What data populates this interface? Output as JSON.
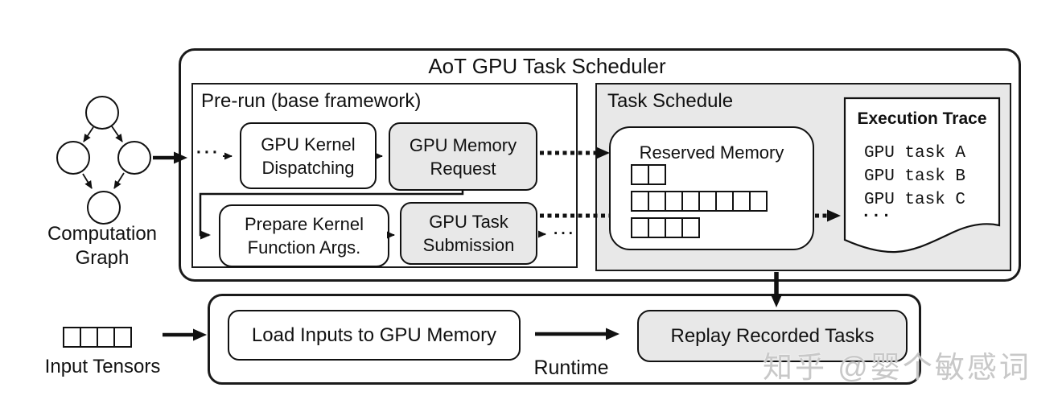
{
  "scheduler": {
    "title": "AoT GPU Task Scheduler",
    "pre_run": {
      "title": "Pre-run (base framework)",
      "ellipsis_in": "···",
      "ellipsis_out": "···",
      "gpu_kernel_dispatching": {
        "line1": "GPU Kernel",
        "line2": "Dispatching"
      },
      "gpu_memory_request": {
        "line1": "GPU Memory",
        "line2": "Request"
      },
      "prepare_kernel_args": {
        "line1": "Prepare Kernel",
        "line2": "Function Args."
      },
      "gpu_task_submission": {
        "line1": "GPU Task",
        "line2": "Submission"
      }
    },
    "task_schedule": {
      "title": "Task Schedule",
      "reserved_memory": {
        "title": "Reserved Memory",
        "block_rows": [
          2,
          8,
          4
        ]
      },
      "execution_trace": {
        "title": "Execution Trace",
        "entries": [
          "GPU task A",
          "GPU task B",
          "GPU task C"
        ],
        "more": "..."
      }
    }
  },
  "computation_graph": {
    "label_line1": "Computation",
    "label_line2": "Graph",
    "node_count": 4
  },
  "input_tensors": {
    "label": "Input Tensors",
    "cells": 4
  },
  "runtime": {
    "label": "Runtime",
    "load_inputs_label": "Load Inputs to GPU Memory",
    "replay_tasks_label": "Replay Recorded Tasks"
  },
  "watermark": "知乎 @婴个敏感词",
  "colors": {
    "panel_gray": "#e8e8e8",
    "line_black": "#1a1a1a",
    "watermark_gray": "#c5c5c5"
  }
}
